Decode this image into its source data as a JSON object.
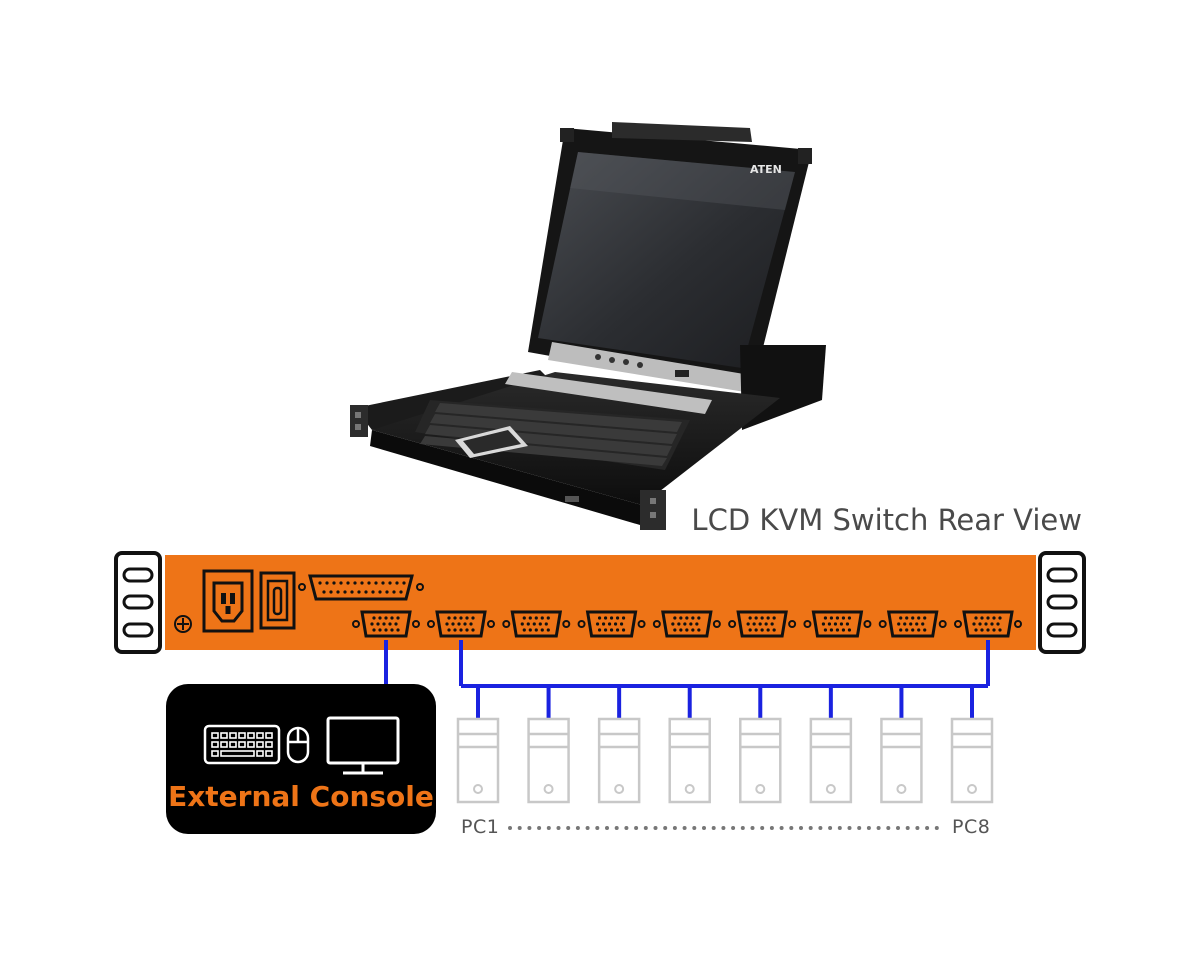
{
  "diagram": {
    "rear_view_title": "LCD KVM Switch Rear View",
    "console_label": "External Console",
    "pc_first_label": "PC1",
    "pc_last_label": "PC8",
    "brand_logo": "ATEN",
    "pc_count": 8,
    "pc_port_count": 8
  },
  "colors": {
    "panel": "#ee7417",
    "cable": "#1a22e0",
    "console_bg": "#000000",
    "console_text": "#ee7417",
    "pc_outline": "#c8c8c8"
  },
  "icons": [
    "keyboard-icon",
    "mouse-icon",
    "monitor-icon",
    "power-socket-icon",
    "power-switch-icon",
    "ground-icon",
    "pc-tower-icon"
  ]
}
